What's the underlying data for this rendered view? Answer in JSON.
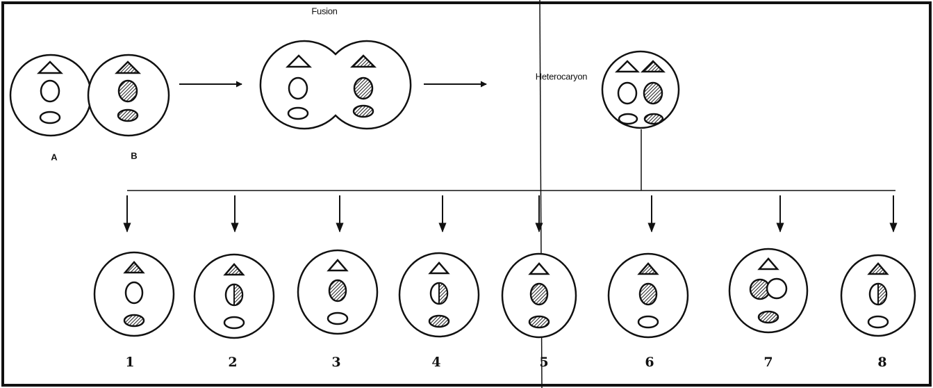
{
  "labels": {
    "fusion": "Fusion",
    "heterocaryon": "Heterocaryon",
    "cell_a": "A",
    "cell_b": "B"
  },
  "progeny": [
    {
      "number": "1",
      "triangle": "hatched",
      "nucleus": "open",
      "oval": "hatched"
    },
    {
      "number": "2",
      "triangle": "hatched",
      "nucleus": "half-hatched",
      "oval": "open"
    },
    {
      "number": "3",
      "triangle": "open",
      "nucleus": "hatched",
      "oval": "open"
    },
    {
      "number": "4",
      "triangle": "open",
      "nucleus": "half-hatched",
      "oval": "hatched"
    },
    {
      "number": "5",
      "triangle": "open",
      "nucleus": "hatched",
      "oval": "hatched"
    },
    {
      "number": "6",
      "triangle": "hatched",
      "nucleus": "hatched",
      "oval": "open"
    },
    {
      "number": "7",
      "triangle": "open",
      "nucleus": "double",
      "oval": "hatched"
    },
    {
      "number": "8",
      "triangle": "hatched",
      "nucleus": "half-hatched",
      "oval": "open"
    }
  ],
  "colors": {
    "stroke": "#111111",
    "background": "#ffffff"
  }
}
